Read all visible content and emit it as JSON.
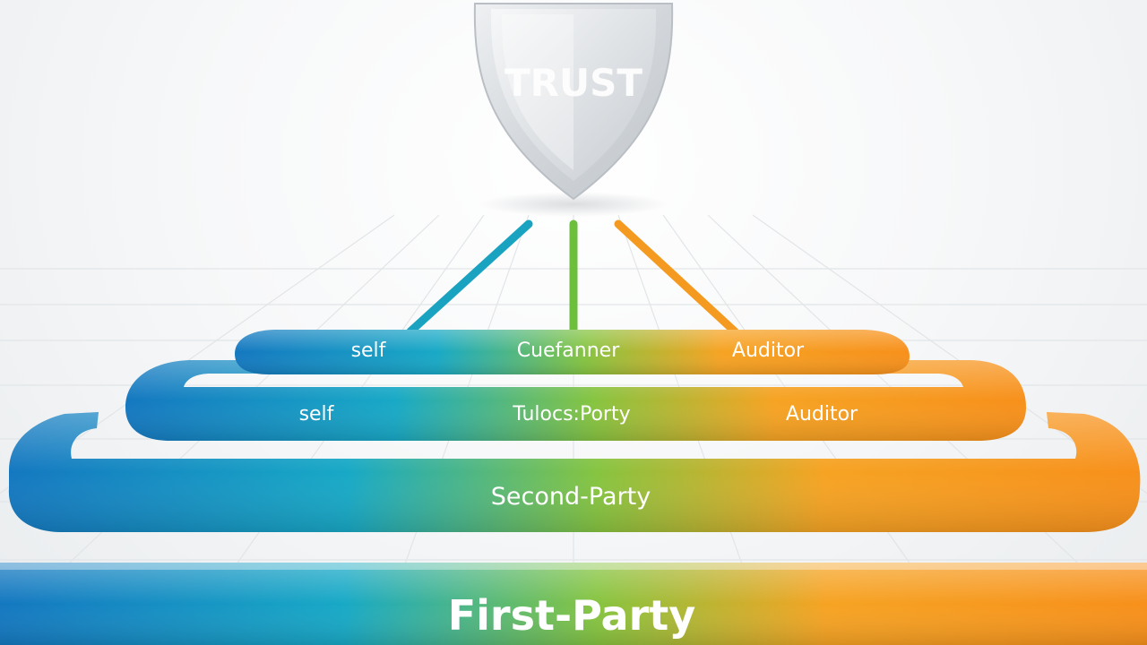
{
  "shield": {
    "label": "TRUST"
  },
  "tiers": [
    {
      "items": [
        "self",
        "Cuefanner",
        "Auditor"
      ]
    },
    {
      "items": [
        "self",
        "Tulocs:Porty",
        "Auditor"
      ]
    },
    {
      "label": "Second-Party"
    },
    {
      "label": "First-Party"
    }
  ],
  "colors": {
    "blue": "#1a7fc4",
    "teal": "#19a9c3",
    "green": "#8cc63f",
    "orange": "#f7941d",
    "shield": "#d7dbdf"
  }
}
